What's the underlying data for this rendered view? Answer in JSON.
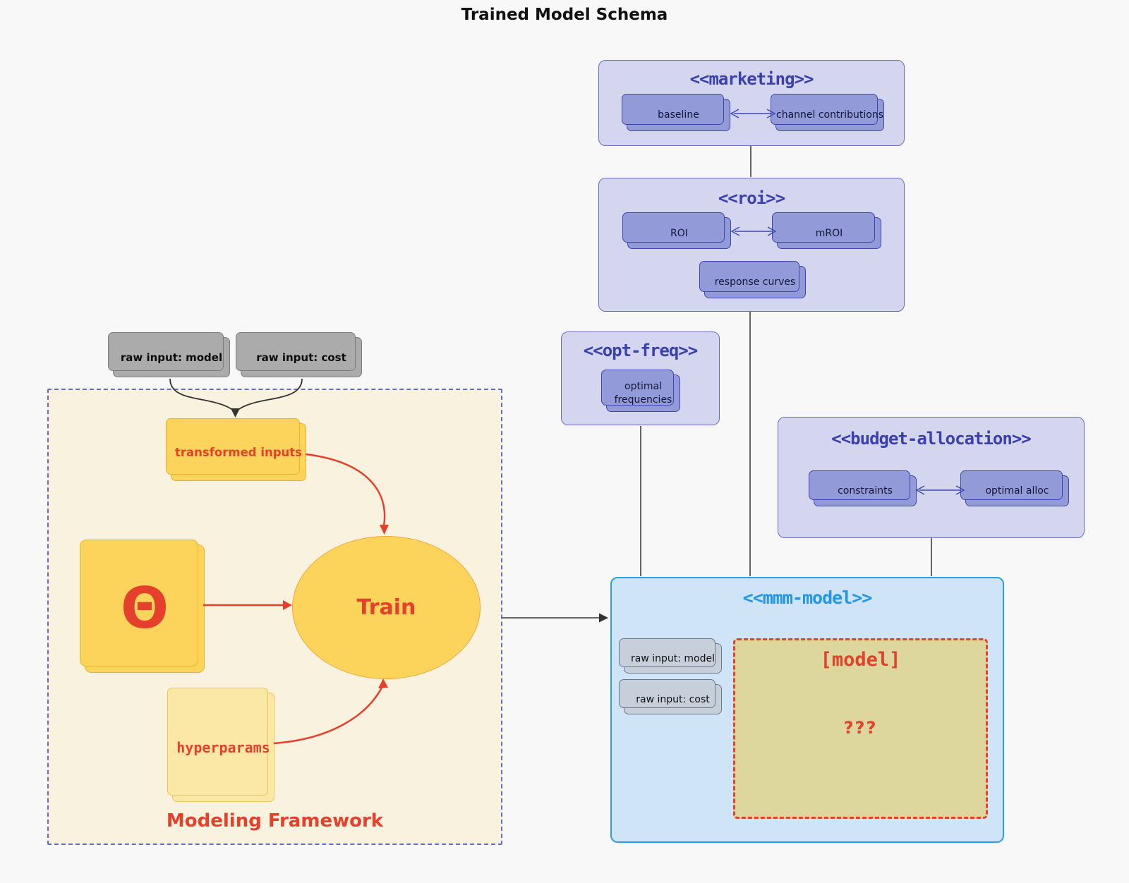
{
  "title": "Trained Model Schema",
  "colors": {
    "background": "#f8f8f8",
    "group_fill": "#d3d6ee",
    "group_stroke": "#686dc3",
    "card_fill": "#939ad8",
    "indigo_text": "#3a40b0",
    "accent_red": "#e5402c",
    "yellow_fill": "#fcd45b",
    "framework_fill": "#f8f2de",
    "mmm_fill": "#cfe4f6",
    "mmm_stroke": "#29a0e8",
    "mmm_title": "#2196ea",
    "model_box_fill": "#ddd79e"
  },
  "marketing": {
    "title": "<<marketing>>",
    "cards": [
      "baseline",
      "channel contributions"
    ]
  },
  "roi": {
    "title": "<<roi>>",
    "cards": [
      "ROI",
      "mROI",
      "response curves"
    ]
  },
  "opt_freq": {
    "title": "<<opt-freq>>",
    "card": "optimal frequencies"
  },
  "budget": {
    "title": "<<budget-allocation>>",
    "cards": [
      "constraints",
      "optimal alloc"
    ]
  },
  "raw_inputs": {
    "model": "raw input: model",
    "cost": "raw input: cost"
  },
  "framework": {
    "label": "Modeling Framework",
    "transformed_inputs": "transformed inputs",
    "theta": "Θ",
    "train": "Train",
    "hyperparams": "hyperparams"
  },
  "mmm": {
    "title": "<<mmm-model>>",
    "raw_model": "raw input: model",
    "raw_cost": "raw input: cost",
    "model_label": "[model]",
    "placeholder": "???"
  }
}
